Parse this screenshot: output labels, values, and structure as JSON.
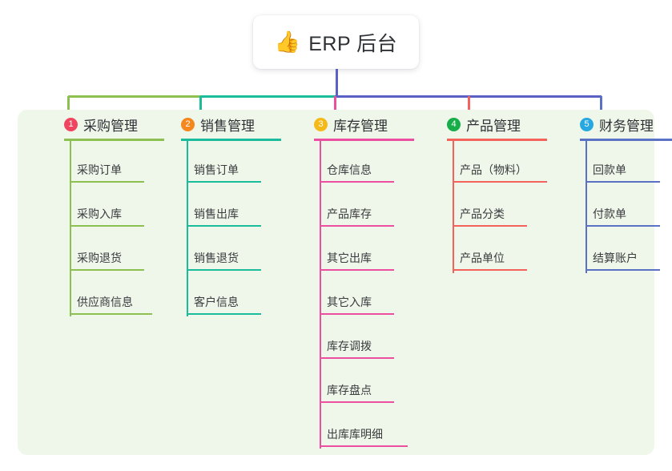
{
  "diagram": {
    "type": "mind-map",
    "root": {
      "icon": "thumbs-up-icon",
      "icon_glyph": "👍",
      "title": "ERP 后台"
    },
    "panel_color": "#eef7e9",
    "bus_colors": {
      "segment_1": "#8cc152",
      "segment_2": "#1abc9c",
      "segment_3": "#5b61c4"
    },
    "columns": [
      {
        "number": "1",
        "title": "采购管理",
        "badge_color": "#f0455f",
        "line_color": "#8cc152",
        "items": [
          {
            "label": "采购订单"
          },
          {
            "label": "采购入库"
          },
          {
            "label": "采购退货"
          },
          {
            "label": "供应商信息"
          }
        ]
      },
      {
        "number": "2",
        "title": "销售管理",
        "badge_color": "#f5871f",
        "line_color": "#1abc9c",
        "items": [
          {
            "label": "销售订单"
          },
          {
            "label": "销售出库"
          },
          {
            "label": "销售退货"
          },
          {
            "label": "客户信息"
          }
        ]
      },
      {
        "number": "3",
        "title": "库存管理",
        "badge_color": "#f6b91a",
        "line_color": "#ec4fa0",
        "items": [
          {
            "label": "仓库信息"
          },
          {
            "label": "产品库存"
          },
          {
            "label": "其它出库"
          },
          {
            "label": "其它入库"
          },
          {
            "label": "库存调拨"
          },
          {
            "label": "库存盘点"
          },
          {
            "label": "出库库明细"
          }
        ]
      },
      {
        "number": "4",
        "title": "产品管理",
        "badge_color": "#17ad49",
        "line_color": "#f4625c",
        "items": [
          {
            "label": "产品（物料）"
          },
          {
            "label": "产品分类"
          },
          {
            "label": "产品单位"
          }
        ]
      },
      {
        "number": "5",
        "title": "财务管理",
        "badge_color": "#27a8e0",
        "line_color": "#5b72c4",
        "items": [
          {
            "label": "回款单"
          },
          {
            "label": "付款单"
          },
          {
            "label": "结算账户"
          }
        ]
      }
    ]
  }
}
